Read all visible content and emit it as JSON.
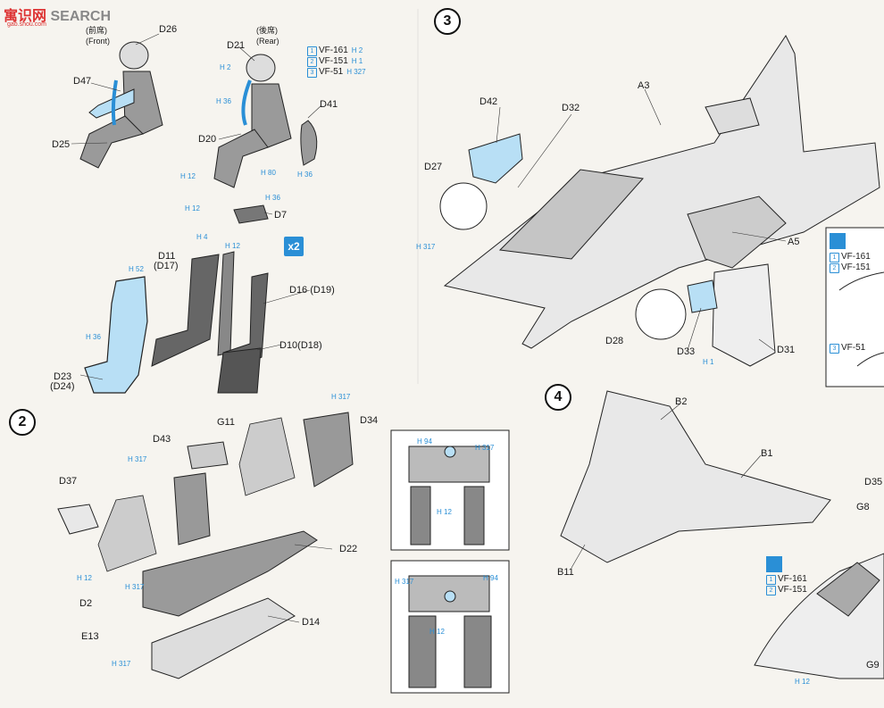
{
  "watermark": {
    "text_cn": "寓识网",
    "text_en": "SEARCH",
    "url": "gao.shou.com"
  },
  "steps": [
    "2",
    "3",
    "4"
  ],
  "multiplier": "x2",
  "front_seat": {
    "jp": "(前席)",
    "en": "(Front)"
  },
  "rear_seat": {
    "jp": "(後席)",
    "en": "(Rear)"
  },
  "variants_top": [
    {
      "num": "1",
      "name": "VF-161",
      "hcode": "H 2"
    },
    {
      "num": "2",
      "name": "VF-151",
      "hcode": "H 1"
    },
    {
      "num": "3",
      "name": "VF-51",
      "hcode": "H 327"
    }
  ],
  "variants_right": [
    {
      "num": "1",
      "name": "VF-161"
    },
    {
      "num": "2",
      "name": "VF-151"
    },
    {
      "num": "3",
      "name": "VF-51"
    }
  ],
  "variants_bottom": [
    {
      "num": "1",
      "name": "VF-161"
    },
    {
      "num": "2",
      "name": "VF-151"
    }
  ],
  "part_labels": {
    "d26": "D26",
    "d21": "D21",
    "d47": "D47",
    "d25": "D25",
    "d20": "D20",
    "d41": "D41",
    "d7": "D7",
    "d11": "D11",
    "d17": "(D17)",
    "d16": "D16 (D19)",
    "d10": "D10(D18)",
    "d23": "D23",
    "d24": "(D24)",
    "d37": "D37",
    "d43": "D43",
    "g11": "G11",
    "d34": "D34",
    "d22": "D22",
    "d2": "D2",
    "e13": "E13",
    "d14": "D14",
    "a3": "A3",
    "d42": "D42",
    "d32": "D32",
    "d27": "D27",
    "a5": "A5",
    "d28": "D28",
    "d33": "D33",
    "d31": "D31",
    "b2": "B2",
    "b1": "B1",
    "b11": "B11",
    "d35": "D35",
    "g8": "G8",
    "g9": "G9"
  },
  "color_codes": {
    "h2": "H 2",
    "h36a": "H 36",
    "h12a": "H 12",
    "h80": "H 80",
    "h36b": "H 36",
    "h36c": "H 36",
    "h12b": "H 12",
    "h4": "H 4",
    "h12c": "H 12",
    "h52": "H 52",
    "h36d": "H 36",
    "h317a": "H 317",
    "h317b": "H 317",
    "h12d": "H 12",
    "h317c": "H 317",
    "h317d": "H 317",
    "h94a": "H 94",
    "h317e": "H 317",
    "h12e": "H 12",
    "h317f": "H 317",
    "h94b": "H 94",
    "h12f": "H 12",
    "h317g": "H 317",
    "h1": "H 1",
    "h12g": "H 12"
  },
  "colors": {
    "line": "#222222",
    "blue": "#2a8fd6",
    "lightblue": "#b8dff5",
    "gray": "#8a8a8a",
    "paper": "#f6f4ef"
  }
}
